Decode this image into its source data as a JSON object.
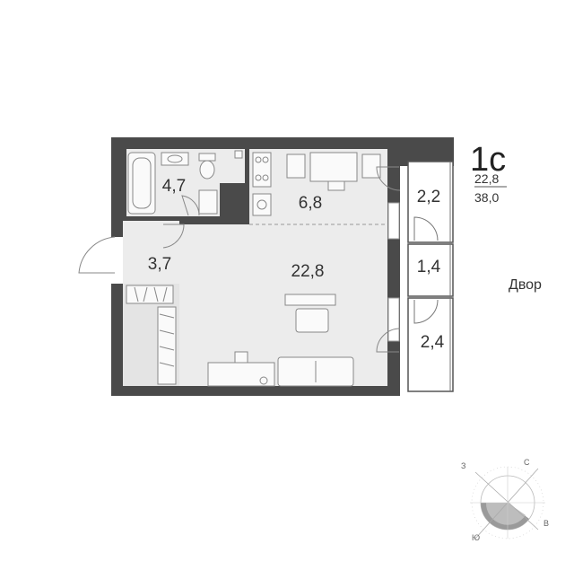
{
  "apartment": {
    "type": "1с",
    "living_area": "22,8",
    "total_area": "38,0"
  },
  "rooms": [
    {
      "id": "bathroom",
      "area": "4,7"
    },
    {
      "id": "kitchen",
      "area": "6,8"
    },
    {
      "id": "hallway",
      "area": "3,7"
    },
    {
      "id": "living-room",
      "area": "22,8"
    },
    {
      "id": "balcony-top",
      "area": "2,2"
    },
    {
      "id": "balcony-middle",
      "area": "1,4"
    },
    {
      "id": "balcony-bottom",
      "area": "2,4"
    }
  ],
  "side_label": "Двор",
  "compass": {
    "north": "С",
    "east": "В",
    "south": "Ю",
    "west": "З"
  },
  "colors": {
    "wall": "#4a4a4a",
    "floor": "#ececec",
    "line": "#9a9a9a"
  }
}
